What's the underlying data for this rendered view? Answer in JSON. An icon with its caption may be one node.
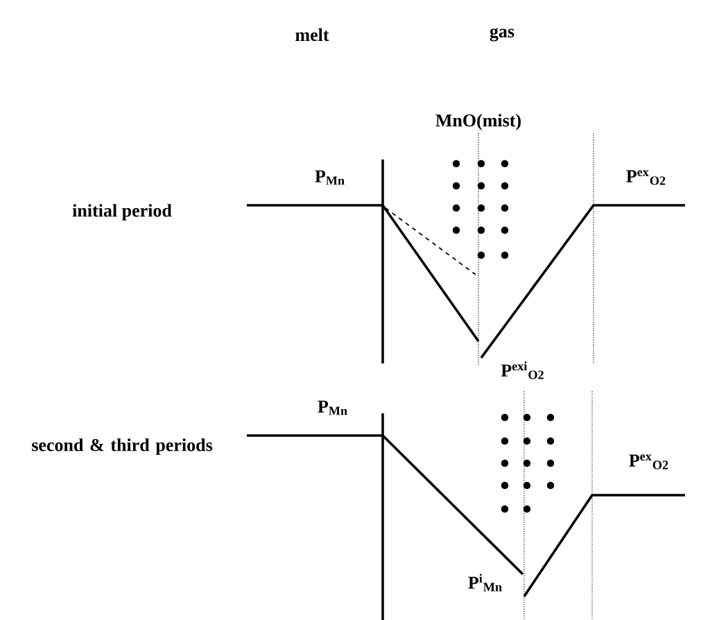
{
  "diagram": {
    "labels": [
      "melt",
      "gas",
      "MnO(mist)",
      "P$_{Mn}$",
      "P$^{ex}$$_{O2}$",
      "initial period",
      "P$^{exi}$$_{O2}$",
      "P$_{Mn}$",
      "second & third periods",
      "P$^{ex}$$_{O2}$",
      "P$^{i}$$_{Mn}$"
    ]
  }
}
